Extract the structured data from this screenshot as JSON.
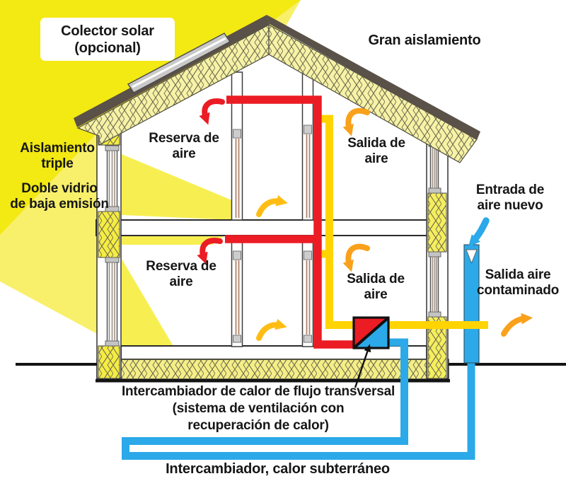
{
  "labels": {
    "colector_solar": {
      "line1": "Colector solar",
      "line2": "(opcional)"
    },
    "gran_aislamiento": "Gran aislamiento",
    "aislamiento_triple": {
      "line1": "Aislamiento",
      "line2": "triple"
    },
    "doble_vidrio": {
      "line1": "Doble vidrio",
      "line2": "de baja emisión"
    },
    "reserva_aire_superior": {
      "line1": "Reserva de",
      "line2": "aire"
    },
    "salida_aire_superior": {
      "line1": "Salida de",
      "line2": "aire"
    },
    "reserva_aire_inferior": {
      "line1": "Reserva de",
      "line2": "aire"
    },
    "salida_aire_inferior": {
      "line1": "Salida de",
      "line2": "aire"
    },
    "entrada_aire_nuevo": {
      "line1": "Entrada de",
      "line2": "aire nuevo"
    },
    "salida_aire_contaminado": {
      "line1": "Salida aire",
      "line2": "contaminado"
    },
    "intercambiador_flujo": {
      "line1": "Intercambiador de calor de flujo transversal",
      "line2": "(sistema de ventilación con",
      "line3": "recuperación de calor)"
    },
    "intercambiador_subterraneo": "Intercambiador, calor subterráneo"
  },
  "colors": {
    "sol_amarillo": "#F3E913",
    "tuberia_calor_rojo": "#EB1C24",
    "tuberia_extraccion_amarillo": "#FFD400",
    "tuberia_aire_fresco_azul": "#2BA9E8",
    "flecha_naranja": "#F9A11B",
    "aislamiento_amarillo": "#F6F2A6",
    "techo_oscuro": "#5A5148"
  },
  "icons": {
    "warm-air-down-arrow": "curved-arrow-red",
    "exhaust-intake-arrow": "curved-hook-orange",
    "room-airflow-arrow": "curved-swoosh-orange",
    "exhaust-out-arrow": "curved-swoosh-orange",
    "fresh-air-in-arrow": "curved-arrow-blue",
    "pipe-opening": "white-triangle-down"
  }
}
